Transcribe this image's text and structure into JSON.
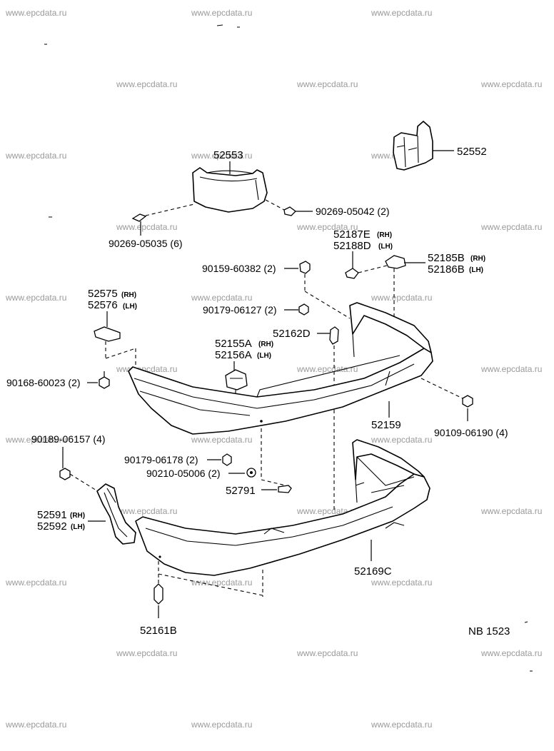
{
  "watermark": "www.epcdata.ru",
  "diagram_code": "NB 1523",
  "parts": {
    "p52553": "52553",
    "p52552": "52552",
    "p90269_05042": "90269-05042 (2)",
    "p90269_05035": "90269-05035 (6)",
    "p52187E": "52187E",
    "p52188D": "52188D",
    "p52185B": "52185B",
    "p52186B": "52186B",
    "p90159_60382": "90159-60382 (2)",
    "p52575": "52575",
    "p52576": "52576",
    "p90179_06127": "90179-06127 (2)",
    "p52162D": "52162D",
    "p52155A": "52155A",
    "p52156A": "52156A",
    "p90168_60023": "90168-60023 (2)",
    "p52159": "52159",
    "p90109_06190": "90109-06190 (4)",
    "p90189_06157": "90189-06157 (4)",
    "p90179_06178": "90179-06178 (2)",
    "p90210_05006": "90210-05006 (2)",
    "p52791": "52791",
    "p52591": "52591",
    "p52592": "52592",
    "p52169C": "52169C",
    "p52161B": "52161B"
  },
  "side": {
    "rh": "(RH)",
    "lh": "(LH)"
  }
}
